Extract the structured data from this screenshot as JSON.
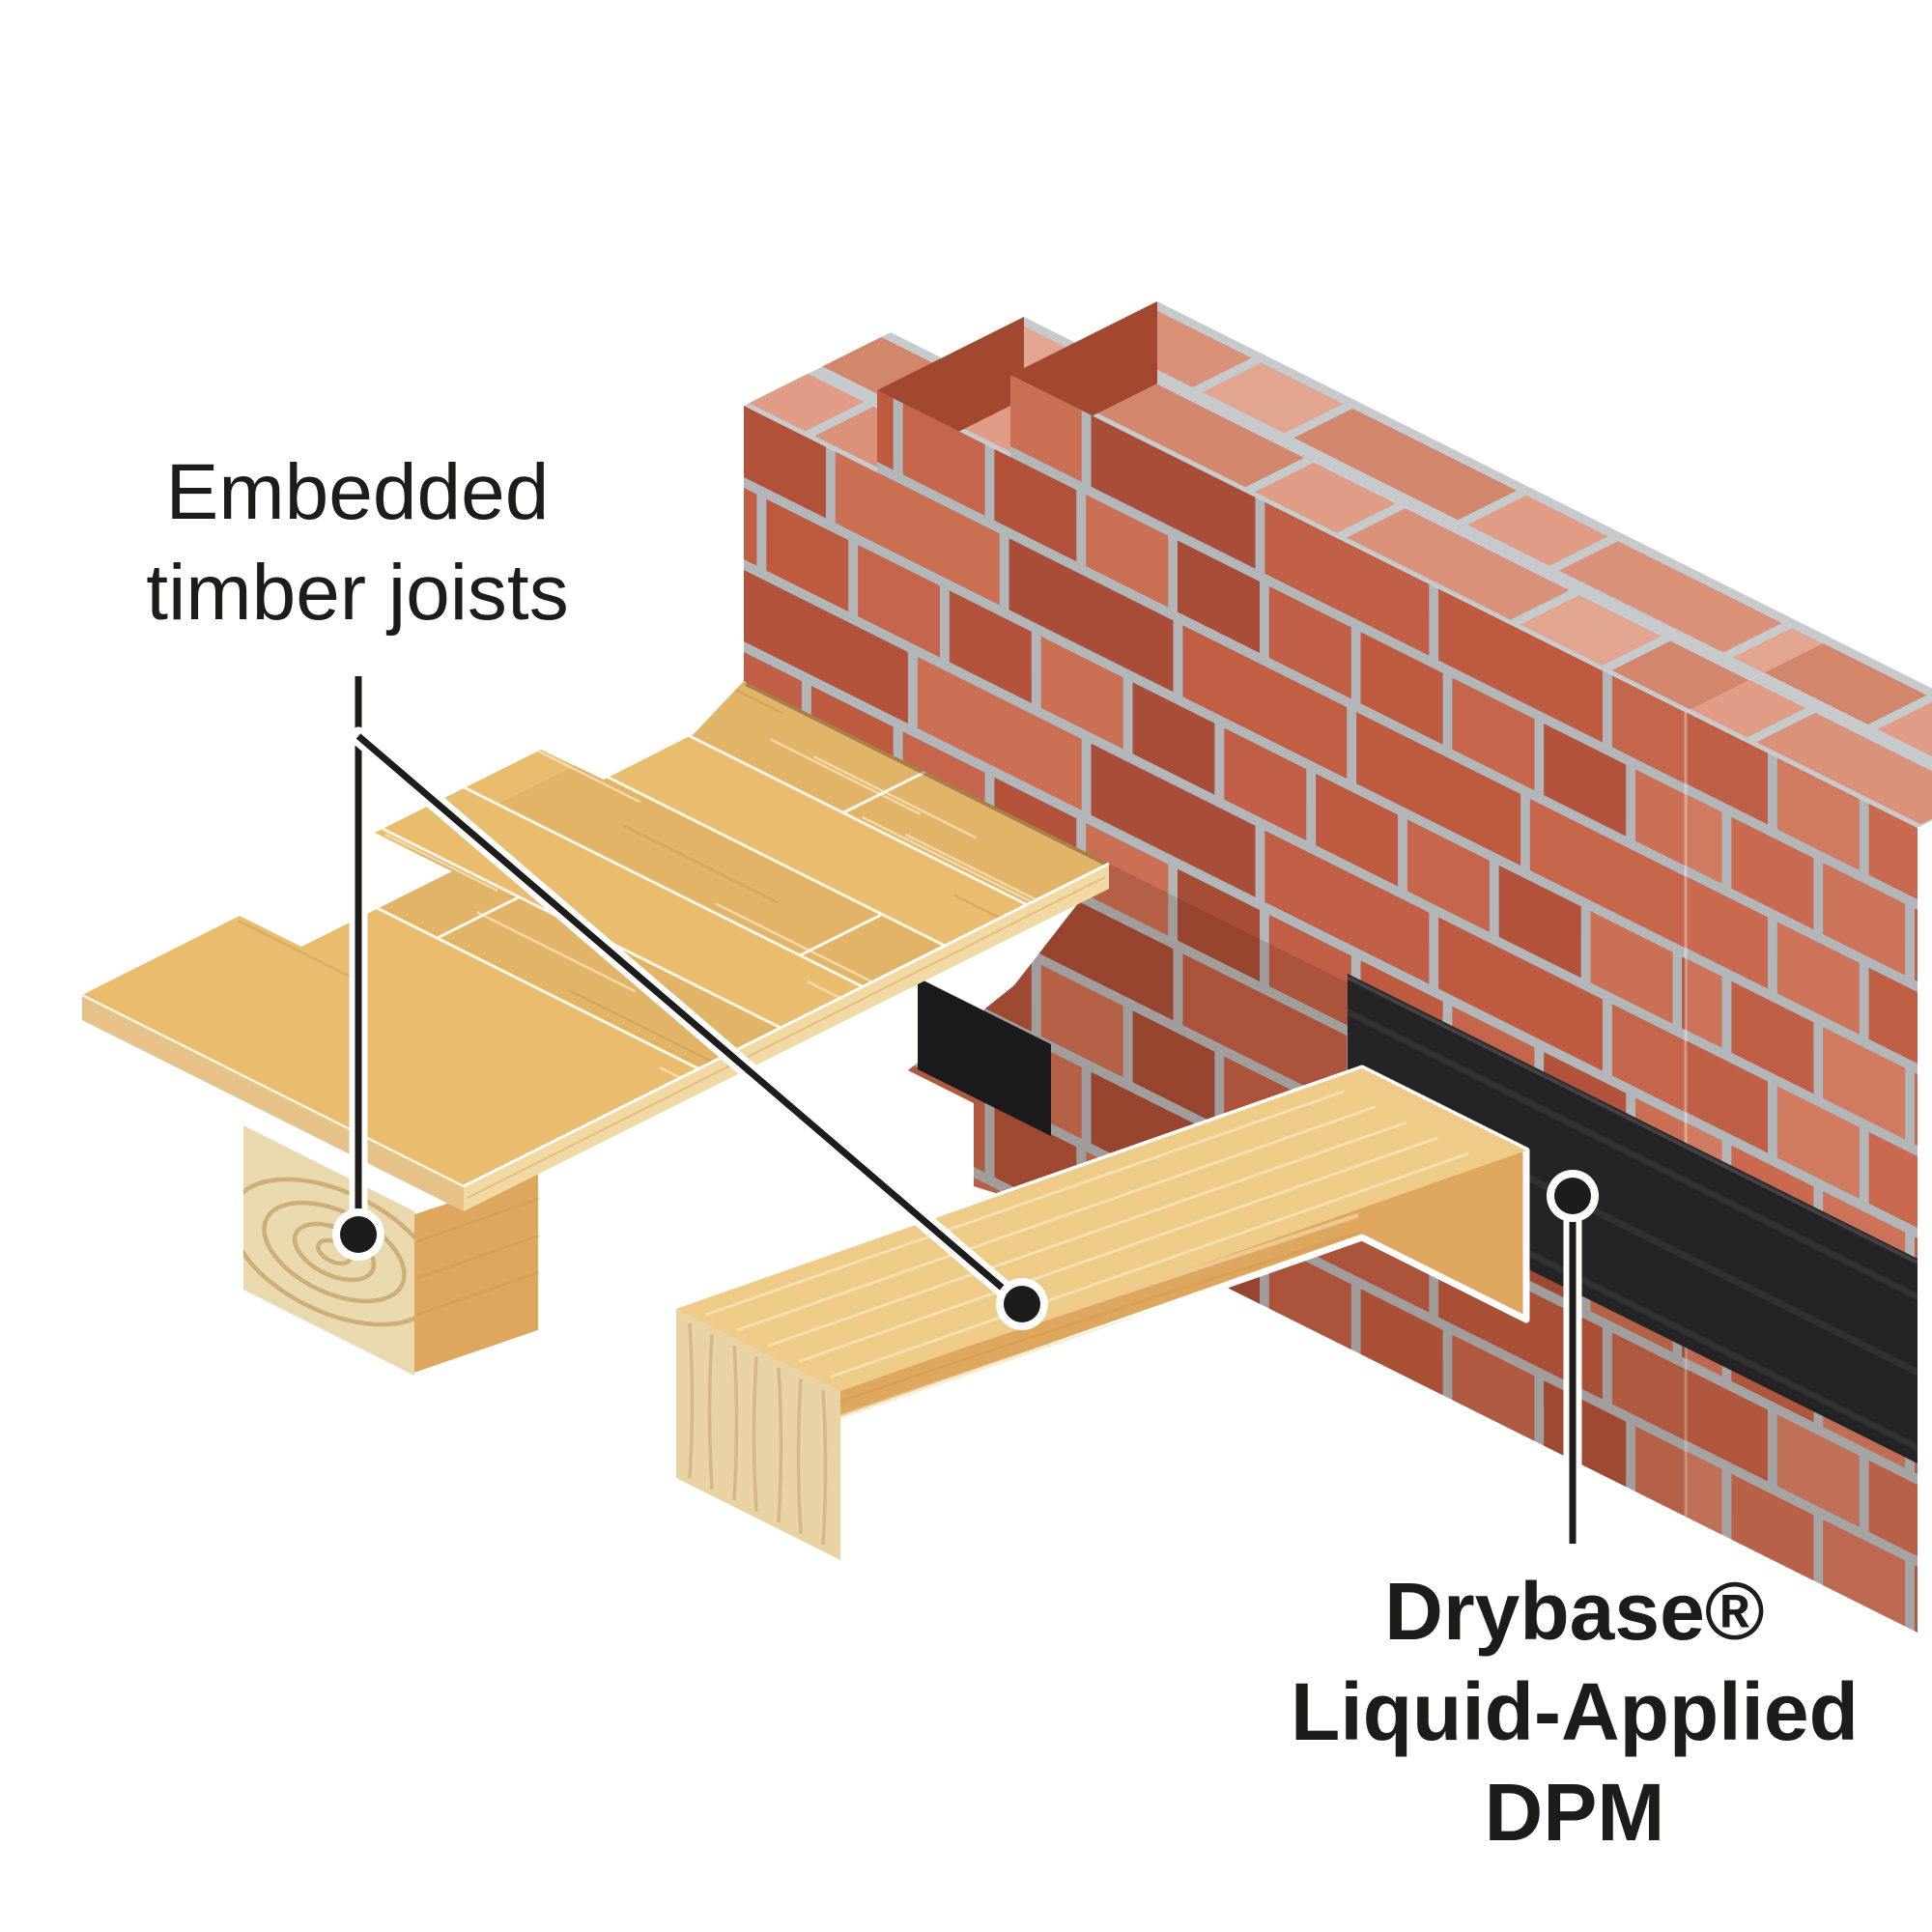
{
  "labels": {
    "embedded_joists": {
      "line1": "Embedded",
      "line2": "timber joists"
    },
    "dpm": {
      "line1": "Drybase®",
      "line2": "Liquid-Applied",
      "line3": "DPM"
    }
  },
  "colors": {
    "background": "#ffffff",
    "text": "#1c1c1a",
    "leader": "#1c1c1a",
    "leader_casing": "#ffffff",
    "mortar": "#b2b6b8",
    "mortar_top": "#c6cacc",
    "brick_face": [
      "#be5a40",
      "#c4654c",
      "#b2523a",
      "#ca6e54",
      "#a84d37",
      "#c05e46"
    ],
    "brick_end": [
      "#c96a50",
      "#d07a60",
      "#bf5f45",
      "#cd735a"
    ],
    "brick_top": [
      "#d9917a",
      "#e09c85",
      "#d2876d",
      "#e2a58f"
    ],
    "brick_riser": "#a2482f",
    "dpm_black": "#242426",
    "dpm_streak": "#3e3e42",
    "socket_black": "#1b1b1d",
    "floor_board": "#e9bc6e",
    "floor_edge": "#f2d9a4",
    "floor_edge_near": "#e6c288",
    "floor_seam": "#fdf8ee",
    "joist_side": "#dfa75e",
    "joist_top": "#eecb87",
    "joist_end": "#e9d3a4",
    "left_joist_end": "#ead9ae",
    "ring_brown": "#c6a268",
    "grain_light": "#f2e0b8",
    "grain_dark": "#cf9a52"
  }
}
